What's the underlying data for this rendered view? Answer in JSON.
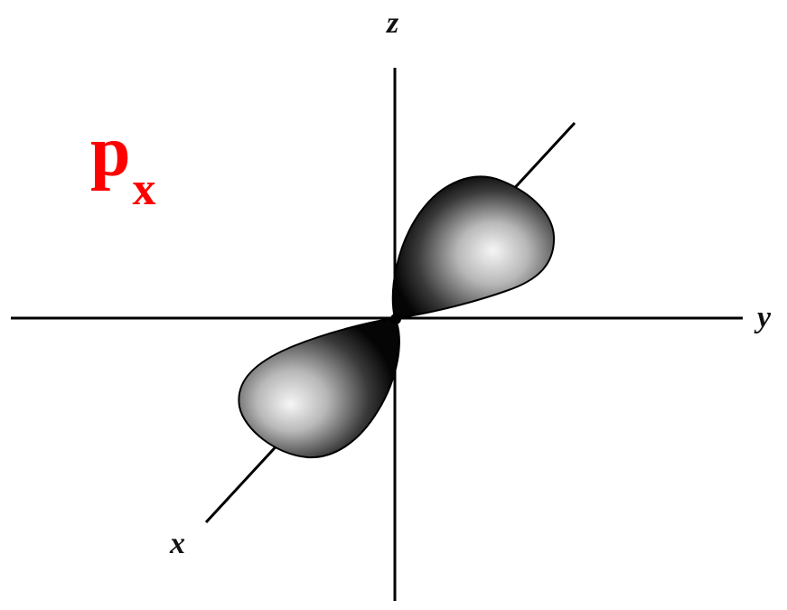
{
  "orbital": {
    "name": "p",
    "subscript": "x"
  },
  "axes": {
    "x": "x",
    "y": "y",
    "z": "z"
  },
  "colors": {
    "label": "#ff0000",
    "axis": "#000000",
    "lobe_dark": "#050505",
    "lobe_light": "#f4f4f4",
    "background": "#ffffff"
  }
}
